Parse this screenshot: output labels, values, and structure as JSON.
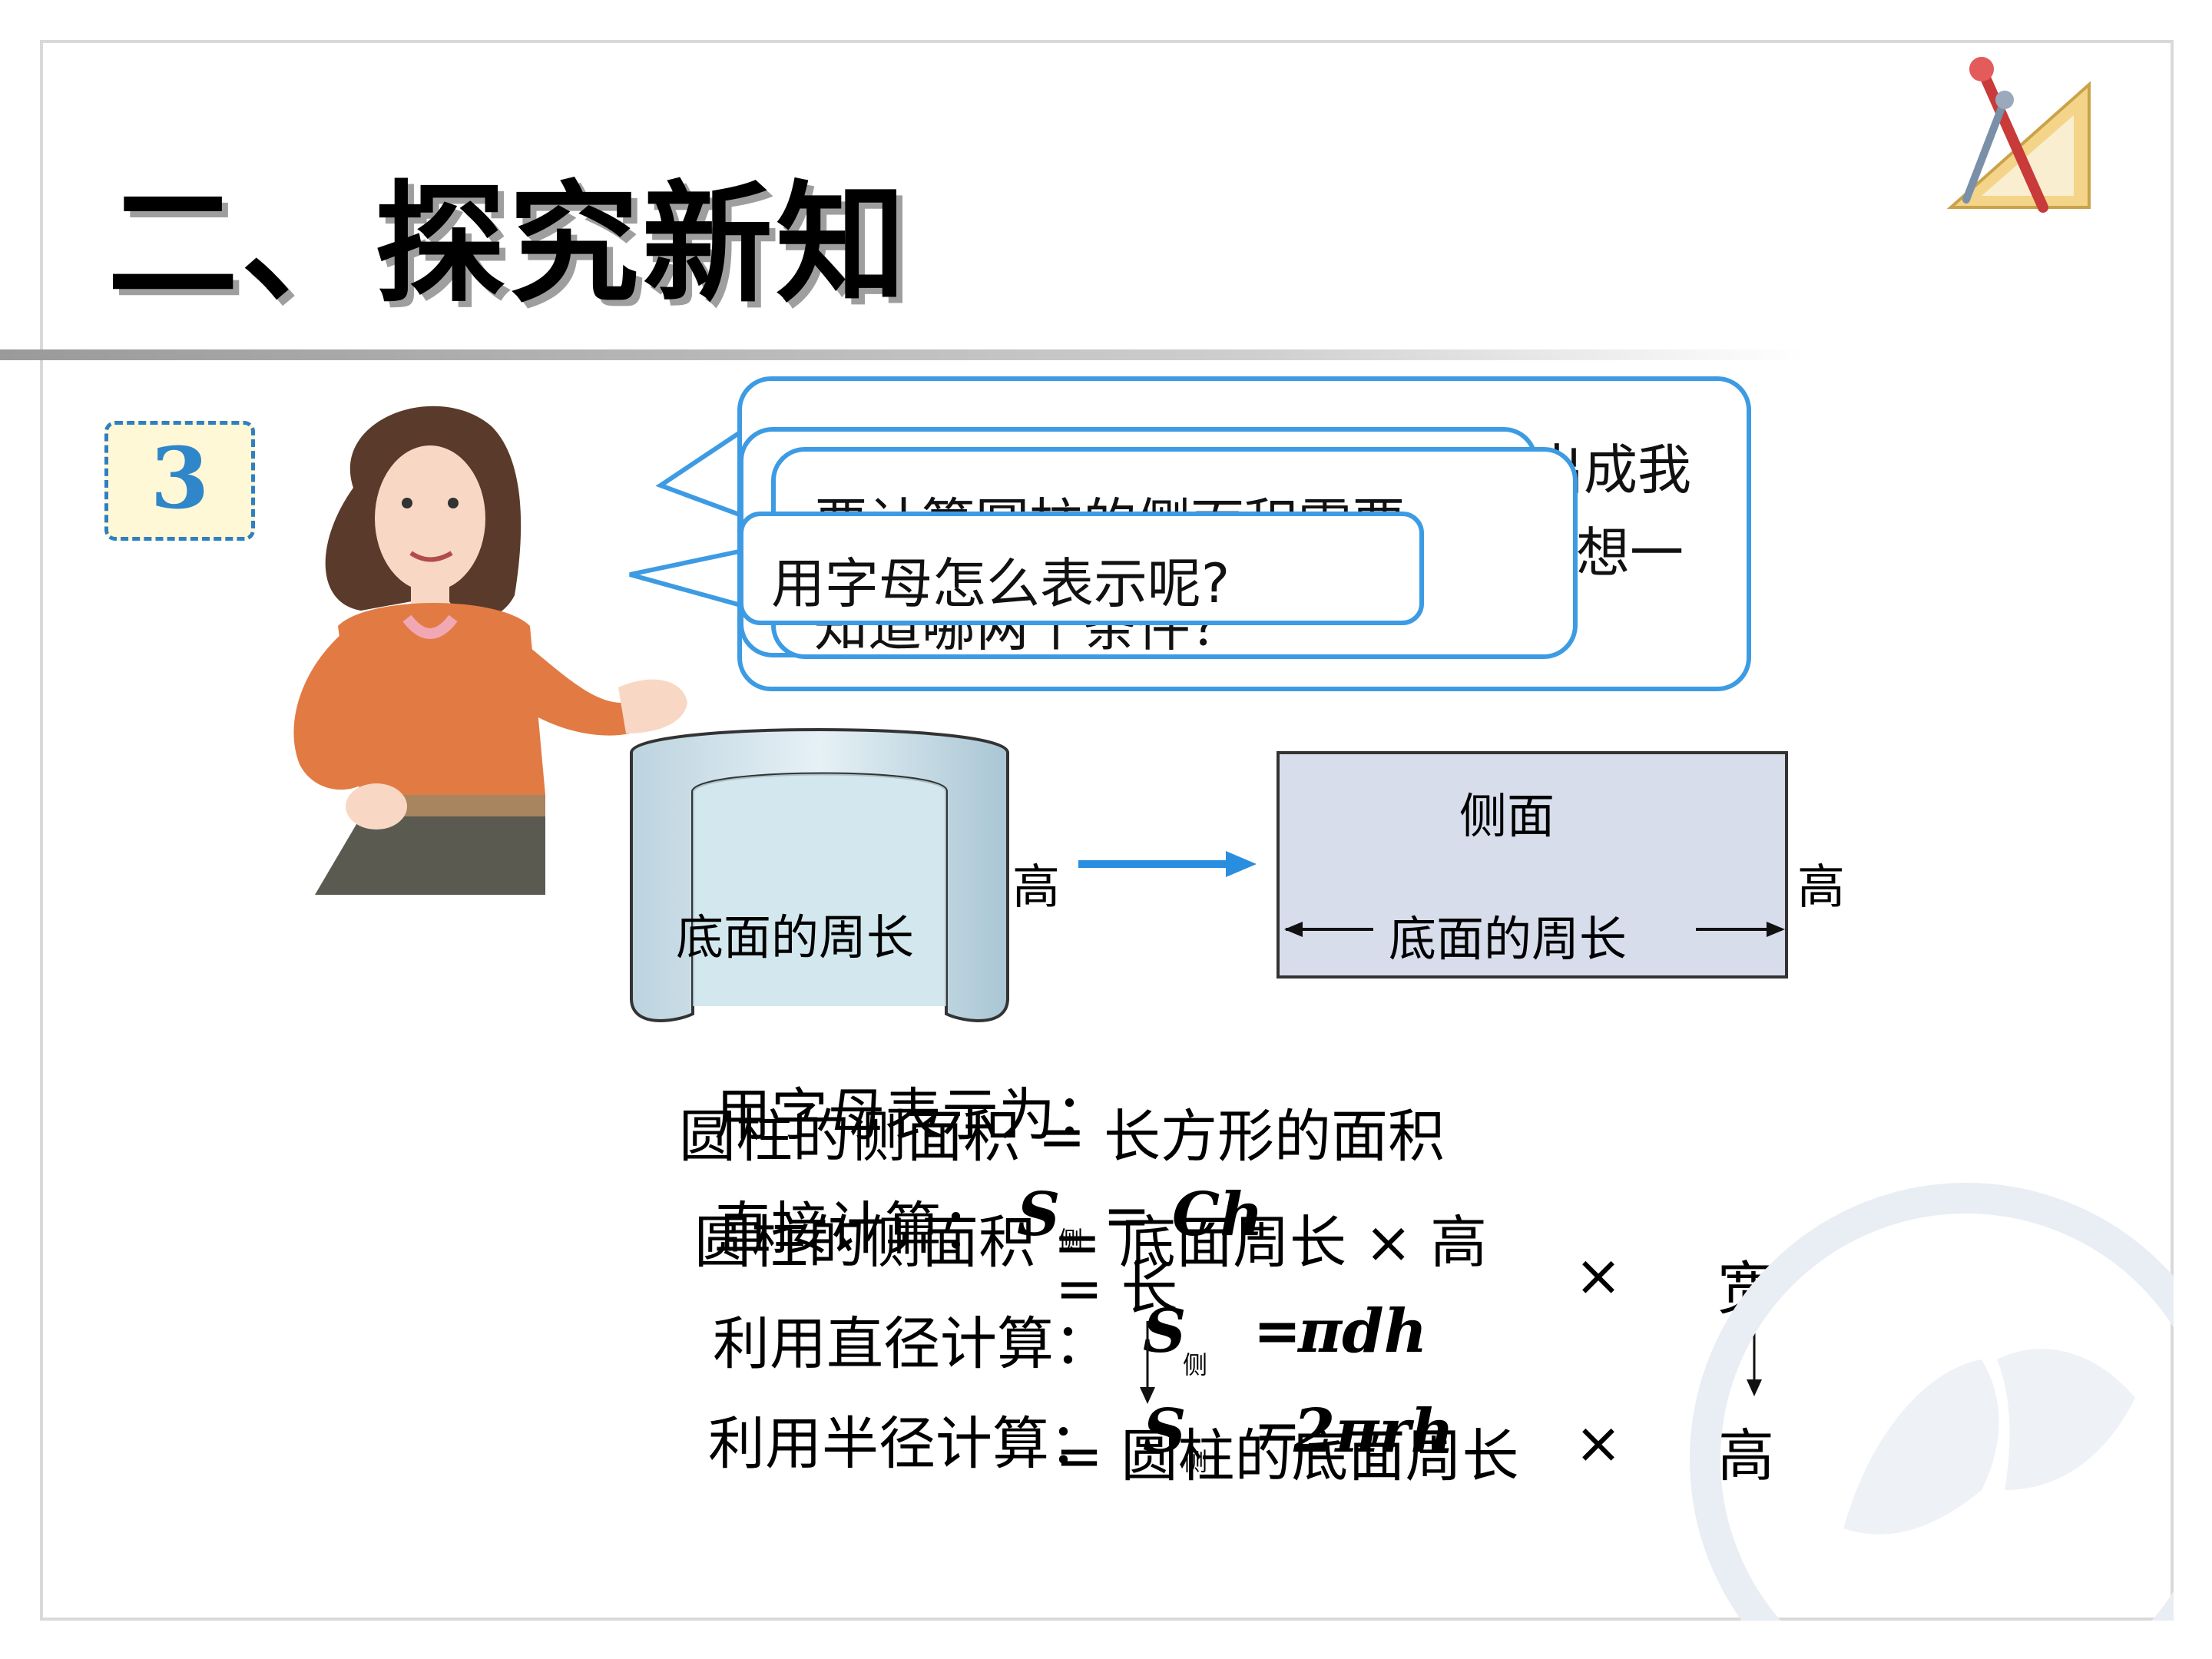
{
  "slide": {
    "title": "二、探究新知",
    "problem_number": "3"
  },
  "bubbles": {
    "back_fragment_1": "出成我",
    "back_fragment_2": "想一",
    "middle_line_1": "要计算圆柱的侧面积需要",
    "middle_line_2": "知道哪两个条件？",
    "front": "用字母怎么表示呢?"
  },
  "figure": {
    "cylinder_base_label": "底面的周长",
    "cylinder_height_label": "高",
    "rect_title": "侧面",
    "rect_base_label": "底面的周长",
    "rect_height_label": "高"
  },
  "formulas": {
    "line1_under": "用字母表示为：",
    "line1_over": "圆柱的侧面积 = 长方形的面积",
    "line2_under_prefix": "直接计算：",
    "line2_under_S": "S",
    "line2_under_sub": "侧",
    "line2_under_eq": "=",
    "line2_under_expr": "Ch",
    "line2_over": "圆柱的侧面积 = 底面周长 × 高",
    "eq_long": "= 长",
    "times_1": "×",
    "width_word": "宽",
    "line3_prefix": "利用直径计算：",
    "line3_S": "S",
    "line3_sub": "侧",
    "line3_eq": "=",
    "line3_expr": "πdh",
    "line4_prefix": "利用半径计算：",
    "line4_S": "S",
    "line4_sub": "侧",
    "line4_eq": "=",
    "line4_expr": "2πrh",
    "line4_over": "= 圆柱的底面周长",
    "times_2": "×",
    "height_word": "高"
  }
}
